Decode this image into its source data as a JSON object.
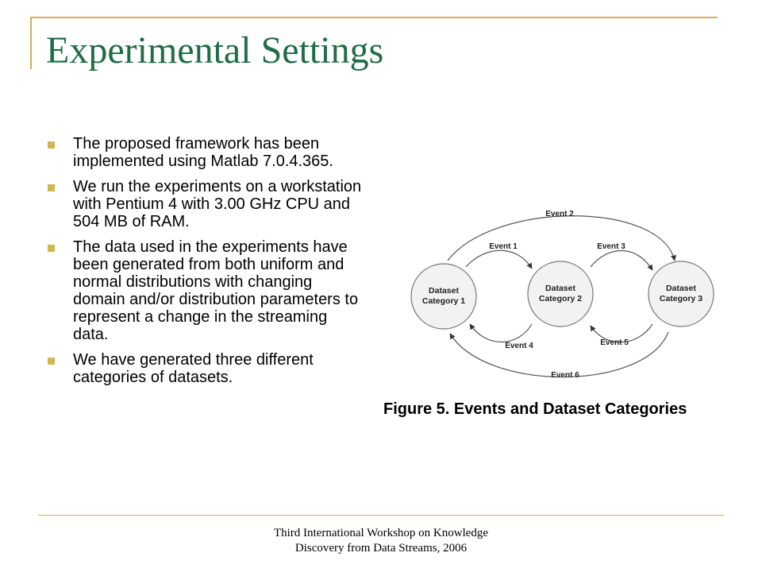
{
  "slide": {
    "title": "Experimental Settings",
    "bullets": [
      "The proposed framework has been implemented using Matlab 7.0.4.365.",
      "We run the experiments on a workstation with Pentium 4 with 3.00 GHz CPU and 504 MB of RAM.",
      "The data used in the experiments have been generated from both uniform and normal distributions with changing domain and/or distribution parameters to represent a change in the streaming data.",
      "We have generated three different categories of datasets."
    ],
    "figure": {
      "nodes": [
        {
          "line1": "Dataset",
          "line2": "Category 1"
        },
        {
          "line1": "Dataset",
          "line2": "Category 2"
        },
        {
          "line1": "Dataset",
          "line2": "Category 3"
        }
      ],
      "events": [
        "Event 1",
        "Event 2",
        "Event 3",
        "Event 4",
        "Event 5",
        "Event 6"
      ],
      "caption": "Figure 5. Events and Dataset Categories"
    },
    "footer": {
      "line1": "Third International Workshop on Knowledge",
      "line2": "Discovery from Data Streams, 2006"
    }
  },
  "colors": {
    "title": "#1f6d45",
    "accent": "#c7b460",
    "bullet": "#d1b84f"
  }
}
